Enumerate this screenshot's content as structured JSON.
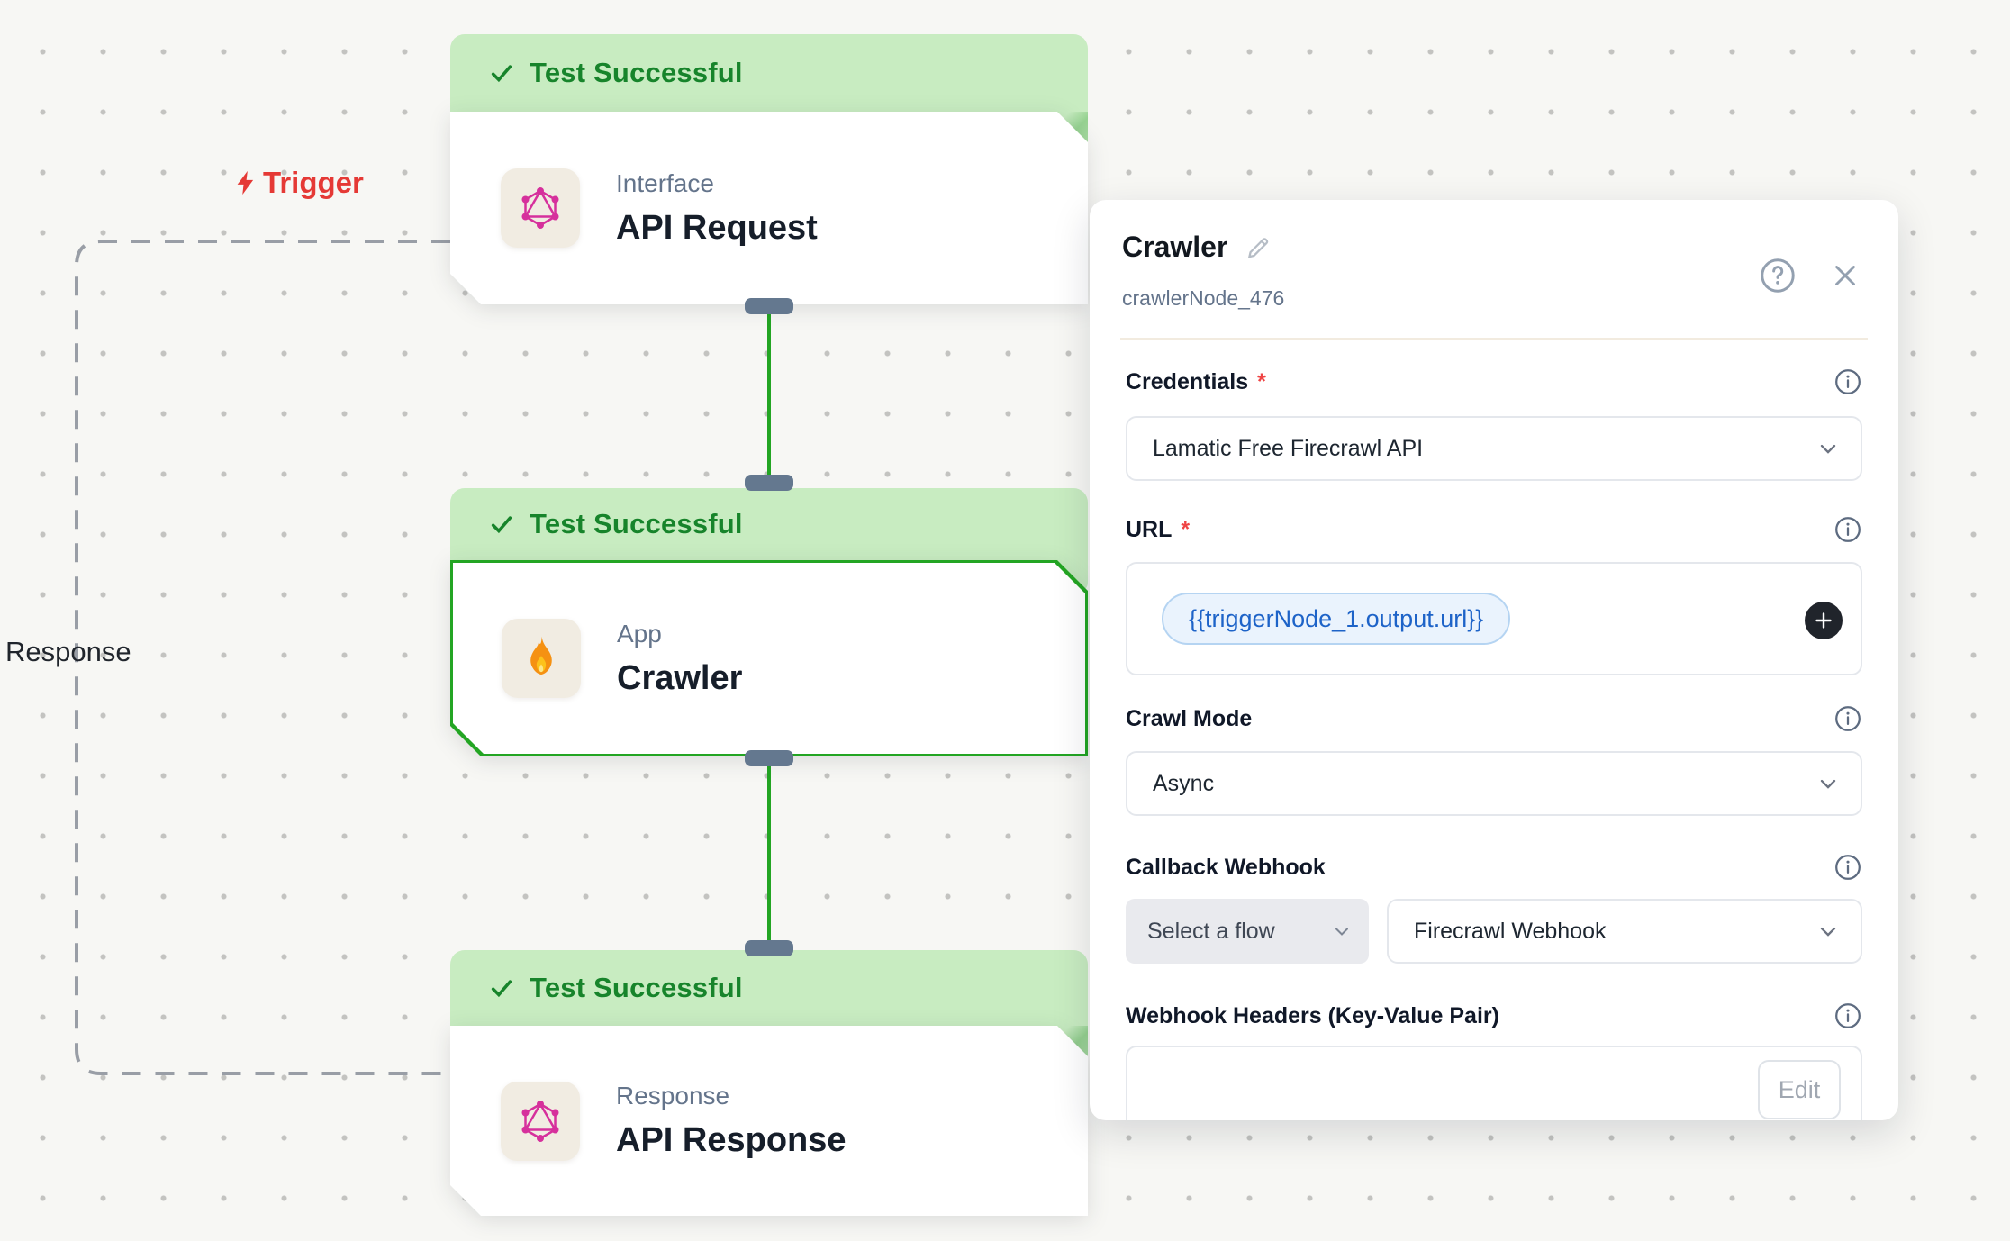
{
  "canvas": {
    "trigger_label": "Trigger",
    "response_label": "Response",
    "nodes": [
      {
        "status": "Test Successful",
        "category": "Interface",
        "title": "API Request",
        "icon": "graphql",
        "selected": false
      },
      {
        "status": "Test Successful",
        "category": "App",
        "title": "Crawler",
        "icon": "fire",
        "selected": true
      },
      {
        "status": "Test Successful",
        "category": "Response",
        "title": "API Response",
        "icon": "graphql",
        "selected": false
      }
    ],
    "colors": {
      "accent_green": "#23a523",
      "banner_green": "#c8ecc1",
      "banner_text_green": "#17842b",
      "trigger_red": "#e53935",
      "handle_slate": "#64788f"
    }
  },
  "panel": {
    "title": "Crawler",
    "node_id": "crawlerNode_476",
    "required_mark": "*",
    "fields": {
      "credentials": {
        "label": "Credentials",
        "value": "Lamatic Free Firecrawl API"
      },
      "url": {
        "label": "URL",
        "chip": "{{triggerNode_1.output.url}}"
      },
      "crawl_mode": {
        "label": "Crawl Mode",
        "value": "Async"
      },
      "callback_webhook": {
        "label": "Callback Webhook",
        "flow_selector": "Select a flow",
        "value": "Firecrawl Webhook"
      },
      "webhook_headers": {
        "label": "Webhook Headers (Key-Value Pair)",
        "edit_label": "Edit"
      }
    },
    "colors": {
      "chip_blue": "#1d63c8",
      "chip_bg": "#eaf3fd"
    }
  }
}
